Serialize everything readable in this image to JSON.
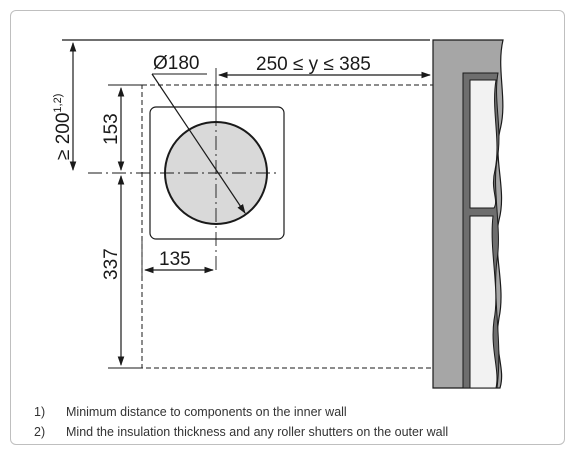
{
  "dimensions": {
    "diameter": "Ø180",
    "wall_distance": "250 ≤ y  ≤ 385",
    "min_ceiling": "≥ 200",
    "min_ceiling_sup": "1,2)",
    "upper_height": "153",
    "lower_height": "337",
    "offset_x": "135"
  },
  "notes": [
    {
      "num": "1)",
      "text": "Minimum distance to components on the inner wall"
    },
    {
      "num": "2)",
      "text": "Mind the insulation thickness and any roller shutters on the outer wall"
    }
  ],
  "colors": {
    "line": "#1a1a1a",
    "duct_fill": "#d9d9d9",
    "wall_fill": "#a6a6a6",
    "window_fill": "#f2f2f2"
  }
}
